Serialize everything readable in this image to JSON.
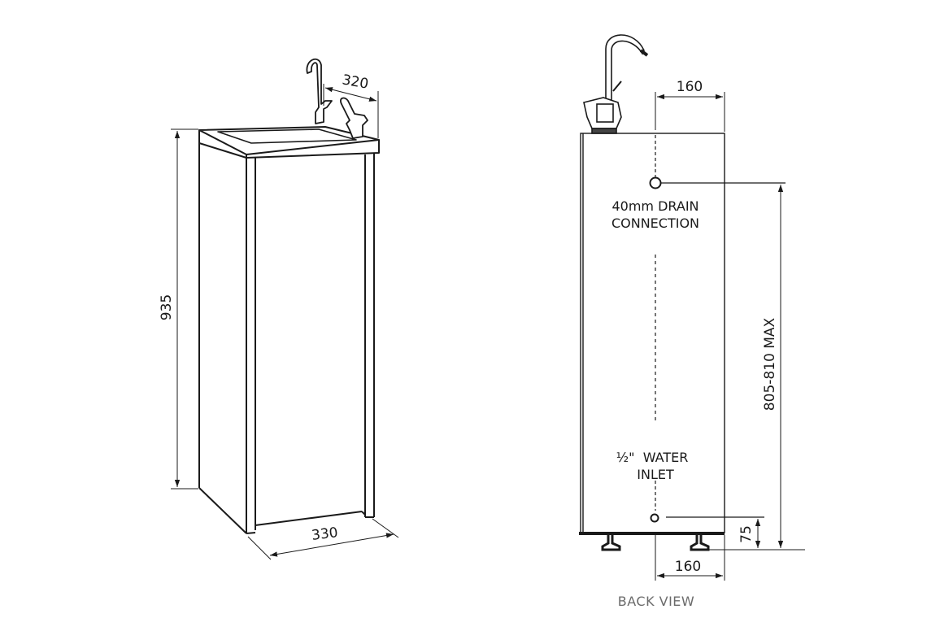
{
  "isometric_view": {
    "height_dim": "935",
    "width_dim": "330",
    "depth_dim": "320"
  },
  "back_view": {
    "caption": "BACK VIEW",
    "drain_label_line1": "40mm DRAIN",
    "drain_label_line2": "CONNECTION",
    "inlet_label_line1": "½\"  WATER",
    "inlet_label_line2": "INLET",
    "top_offset_dim": "160",
    "bottom_offset_dim": "160",
    "drain_height_dim": "805-810 MAX",
    "inlet_height_dim": "75"
  },
  "colors": {
    "line": "#1a1a1a",
    "caption": "#6b6b6b",
    "background": "#ffffff"
  }
}
